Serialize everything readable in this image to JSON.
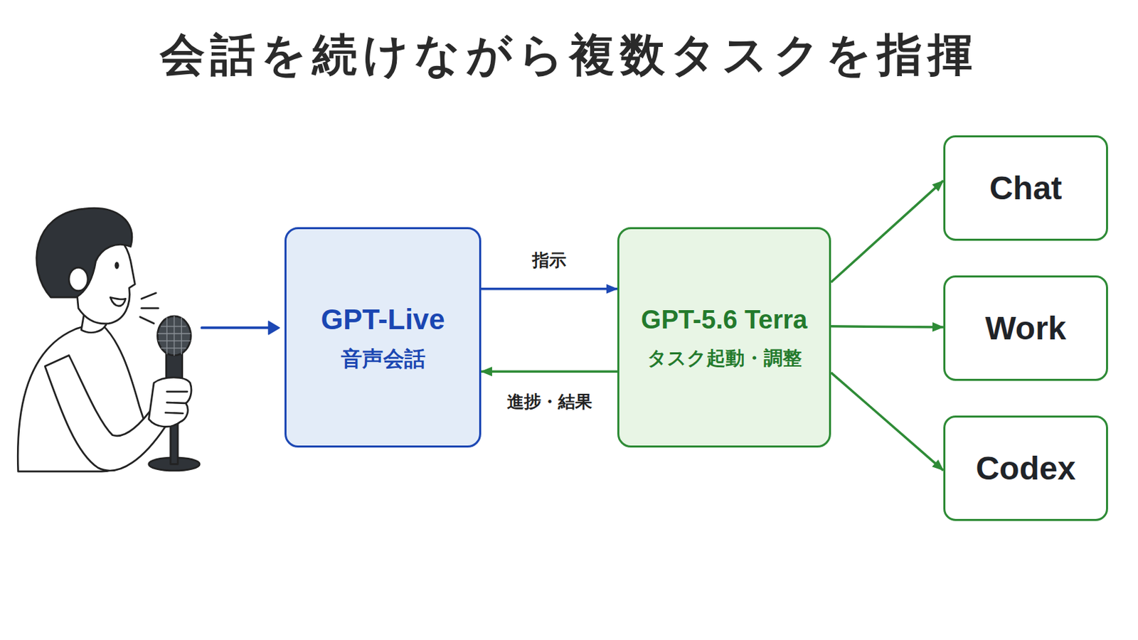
{
  "diagram": {
    "title": "会話を続けながら複数タスクを指揮",
    "nodes": [
      {
        "text": [
          "GPT-Live",
          "音声会話"
        ]
      },
      {
        "text": [
          "GPT-5.6 Terra",
          "タスク起動・調整"
        ]
      },
      {
        "text": [
          "Chat"
        ]
      },
      {
        "text": [
          "Work"
        ]
      },
      {
        "text": [
          "Codex"
        ]
      }
    ],
    "edges": [
      {
        "from": 0,
        "to": 1,
        "arrow": "to",
        "label": "指示"
      },
      {
        "from": 1,
        "to": 0,
        "arrow": "to",
        "label": "進捗・結果"
      },
      {
        "from": 1,
        "to": 2,
        "arrow": "to"
      },
      {
        "from": 1,
        "to": 3,
        "arrow": "to"
      },
      {
        "from": 1,
        "to": 4,
        "arrow": "to"
      }
    ]
  }
}
